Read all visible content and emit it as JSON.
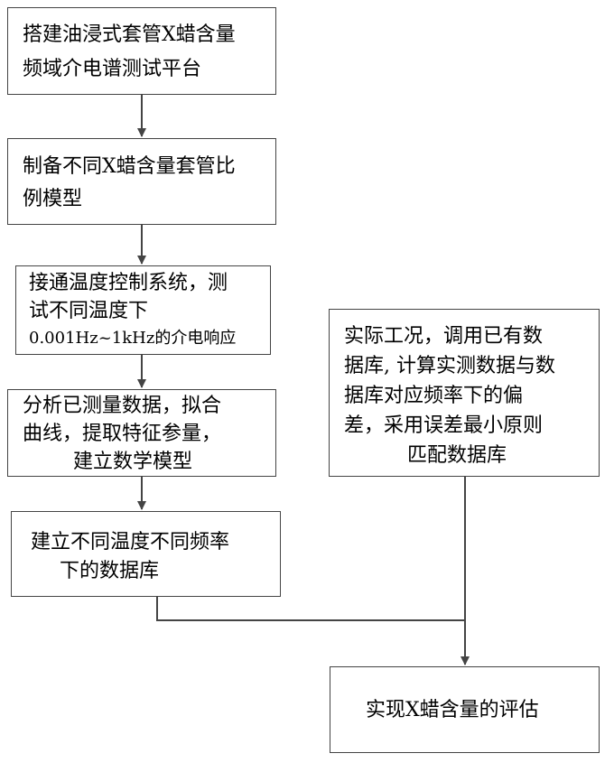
{
  "boxes": {
    "step1": {
      "lines": [
        "搭建油浸式套管X蜡含量",
        "频域介电谱测试平台"
      ]
    },
    "step2": {
      "lines": [
        "制备不同X蜡含量套管比",
        "例模型"
      ]
    },
    "step3": {
      "lines": [
        "接通温度控制系统，测",
        "试不同温度下",
        "0.001Hz~1kHz的介电响应"
      ]
    },
    "step4": {
      "lines": [
        "分析已测量数据，拟合",
        "曲线，提取特征参量，",
        "建立数学模型"
      ]
    },
    "step5": {
      "lines": [
        "建立不同温度不同频率",
        "下的数据库"
      ]
    },
    "actual": {
      "lines": [
        "实际工况，调用已有数",
        "据库, 计算实测数据与数",
        "据库对应频率下的偏",
        "差，采用误差最小原则",
        "匹配数据库"
      ]
    },
    "final": {
      "lines": [
        "实现X蜡含量的评估"
      ]
    }
  },
  "colors": {
    "border": "#444444",
    "line": "#444444",
    "text": "#000000"
  }
}
